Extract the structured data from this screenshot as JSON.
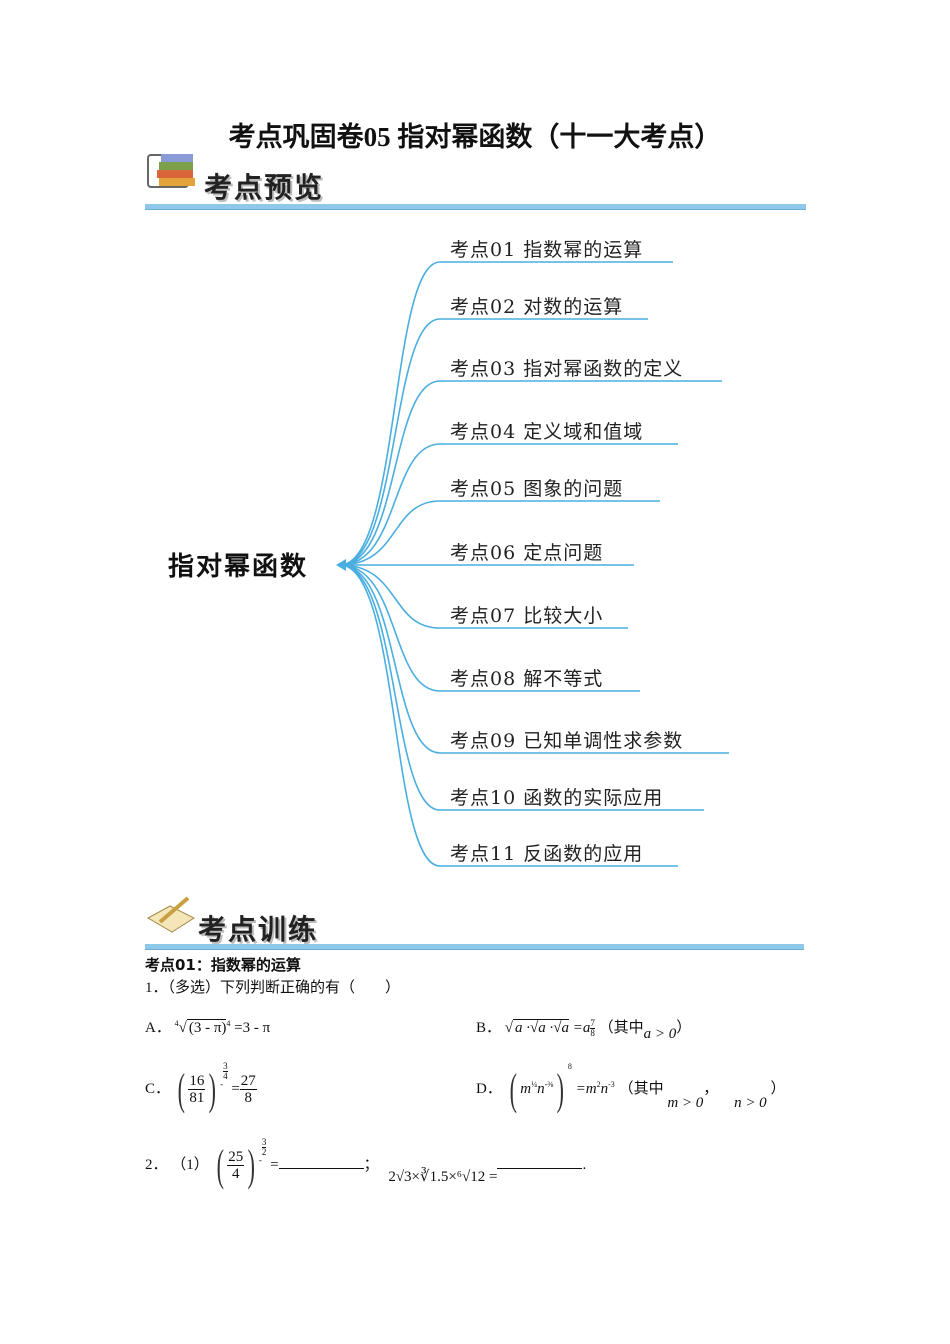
{
  "title": "考点巩固卷05 指对幂函数（十一大考点）",
  "section1": {
    "heading": "考点预览",
    "icon": "books-icon"
  },
  "mindmap": {
    "center": "指对幂函数",
    "color": "#4aaee0",
    "items": [
      "考点01  指数幂的运算",
      "考点02  对数的运算",
      "考点03  指对幂函数的定义",
      "考点04  定义域和值域",
      "考点05  图象的问题",
      "考点06  定点问题",
      "考点07  比较大小",
      "考点08  解不等式",
      "考点09  已知单调性求参数",
      "考点10  函数的实际应用",
      "考点11  反函数的应用"
    ]
  },
  "section2": {
    "heading": "考点训练",
    "icon": "open-book-pencil-icon"
  },
  "topic1": {
    "heading": "考点01：指数幂的运算",
    "q1": {
      "stem": "1．（多选）下列判断正确的有（　　）",
      "A": {
        "label": "A．",
        "expr": "(3 - π)",
        "rhs": "=3 - π"
      },
      "B": {
        "label": "B．",
        "expr": "a ·√a ·√a",
        "rhs": "=a",
        "exp_n": "7",
        "exp_d": "8",
        "cond": "（其中",
        "cond_var": "a > 0",
        "close": "）"
      },
      "C": {
        "label": "C．",
        "num": "16",
        "den": "81",
        "exp_n": "3",
        "exp_d": "4",
        "rnum": "27",
        "rden": "8"
      },
      "D": {
        "label": "D．",
        "rhs": "=m",
        "cond": "（其中",
        "c1": "m > 0",
        "c2": "n > 0",
        "close": "）"
      }
    },
    "q2": {
      "label": "2．",
      "part": "（1）",
      "num": "25",
      "den": "4",
      "exp_n": "3",
      "exp_d": "2",
      "expr2": "2√3×∛1.5×⁶√12 ="
    }
  }
}
